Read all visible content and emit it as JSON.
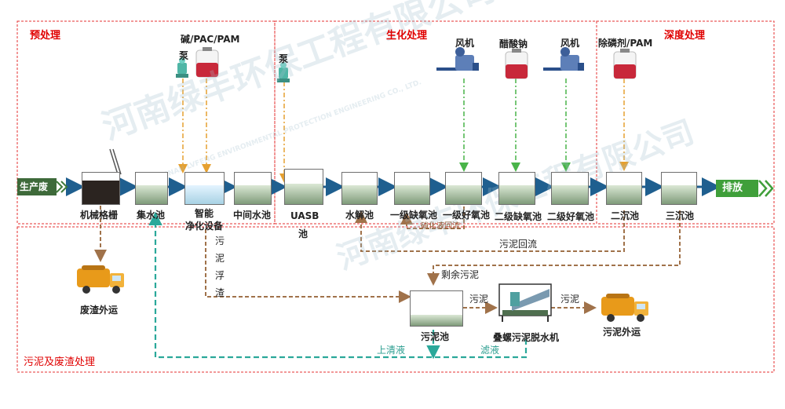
{
  "sections": {
    "pretreatment": "预处理",
    "biochemical": "生化处理",
    "advanced": "深度处理",
    "sludge": "污泥及废渣处理"
  },
  "inlet": "生产废水",
  "outlet": "排放渠",
  "units": {
    "grille": "机械格栅",
    "collection": "集水池",
    "smart_top": "智能",
    "smart_bottom": "净化设备",
    "intermediate": "中间水池",
    "uasb_top": "UASB",
    "uasb_bottom": "池",
    "hydrolysis": "水解池",
    "anoxic1": "一级缺氧池",
    "aerobic1": "一级好氧池",
    "anoxic2": "二级缺氧池",
    "aerobic2": "二级好氧池",
    "sec_clarifier": "二沉池",
    "tert_clarifier": "三沉池",
    "sludge_tank": "污泥池",
    "screw_press": "叠螺污泥脱水机"
  },
  "chemicals": {
    "pac_pam": "碱/PAC/PAM",
    "pump1": "泵",
    "pump2": "泵",
    "blower1": "风机",
    "sodium_acetate": "醋酸钠",
    "blower2": "风机",
    "phos_pam": "除磷剂/PAM"
  },
  "flows": {
    "nitrification_return": "硝化液回流",
    "sludge_return": "污泥回流",
    "excess_sludge": "剩余污泥",
    "sludge_flotation": [
      "污",
      "泥",
      "浮",
      "渣"
    ],
    "sludge1": "污泥",
    "sludge2": "污泥",
    "supernatant": "上清液",
    "filtrate": "滤液"
  },
  "outputs": {
    "residue_out": "废渣外运",
    "sludge_out": "污泥外运"
  },
  "watermark": {
    "cn": "河南绿丰环保工程有限公司",
    "en": "HENAN LVFENG ENVIRONMENTAL PROTECTION ENGINEERING CO., LTD."
  },
  "colors": {
    "main_flow": "#1f5f8f",
    "sludge_flow": "#a0724a",
    "chemical_dose": "#e5a030",
    "air_flow": "#49b449",
    "water_return": "#2aa89a",
    "section_border": "#e53030",
    "section_title": "#e00000"
  }
}
